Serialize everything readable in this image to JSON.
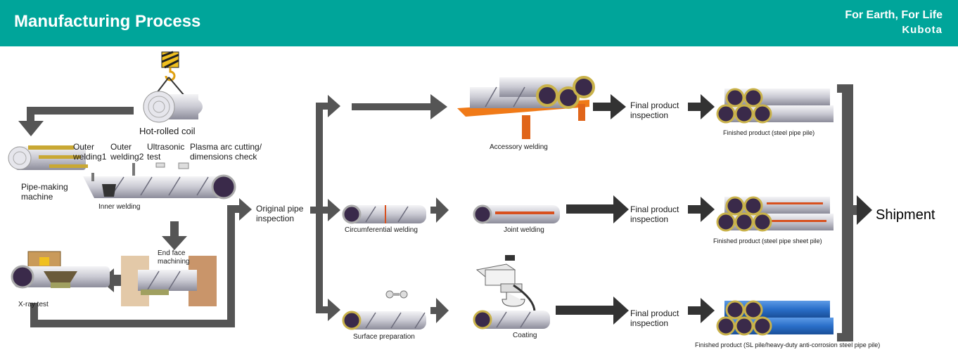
{
  "header": {
    "title": "Manufacturing Process",
    "slogan": "For Earth, For Life",
    "logo_text": "Kubota",
    "background_color": "#00a59a"
  },
  "labels": {
    "hot_rolled_coil": "Hot-rolled coil",
    "outer_welding1": "Outer welding1",
    "outer_welding2": "Outer welding2",
    "ultrasonic_test": "Ultrasonic test",
    "plasma_cutting": "Plasma arc cutting/ dimensions check",
    "pipe_making_machine": "Pipe-making machine",
    "inner_welding": "Inner welding",
    "end_face_machining": "End face machining",
    "xray_test": "X-ray test",
    "original_pipe_inspection": "Original pipe inspection",
    "accessory_welding": "Accessory welding",
    "circumferential_welding": "Circumferential welding",
    "joint_welding": "Joint welding",
    "surface_preparation": "Surface preparation",
    "coating": "Coating",
    "final_inspection_1": "Final product inspection",
    "final_inspection_2": "Final product inspection",
    "final_inspection_3": "Final product inspection",
    "finished_pipe_pile": "Finished product (steel pipe pile)",
    "finished_sheet_pile": "Finished product (steel pipe sheet pile)",
    "finished_sl_pile": "Finished product (SL pile/heavy-duty anti-corrosion steel pipe pile)",
    "shipment": "Shipment"
  },
  "colors": {
    "arrow": "#555555",
    "pipe_end": "#3a2a4a",
    "pipe_ring": "#c9b24a",
    "accessory_stand": "#f07a18",
    "weld_line": "#d8501e",
    "coating_blue": "#2a6fc9"
  }
}
